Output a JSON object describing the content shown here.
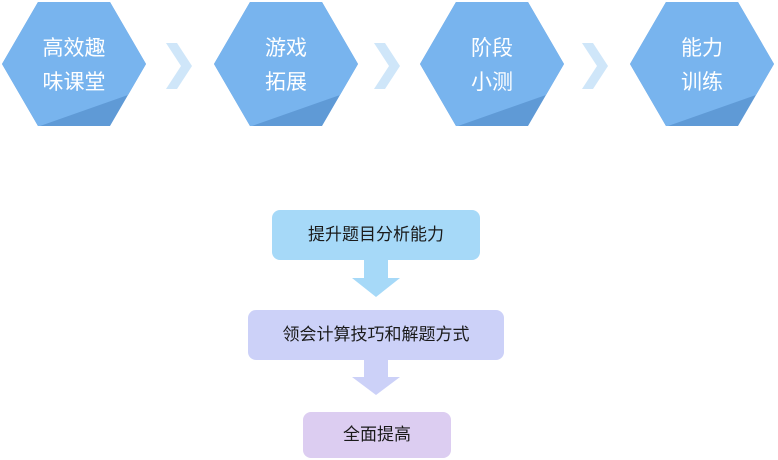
{
  "steps": [
    {
      "line1": "高效趣",
      "line2": "味课堂"
    },
    {
      "line1": "游戏",
      "line2": "拓展"
    },
    {
      "line1": "阶段",
      "line2": "小测"
    },
    {
      "line1": "能力",
      "line2": "训练"
    }
  ],
  "flow": [
    {
      "label": "提升题目分析能力"
    },
    {
      "label": "领会计算技巧和解题方式"
    },
    {
      "label": "全面提高"
    }
  ],
  "colors": {
    "hex_fill": "#78b4ee",
    "hex_shadow": "#5f9ad6",
    "chevron": "#cfe6f9",
    "box1": "#a6d9f8",
    "box2": "#ccd1f8",
    "box3": "#dccdf1",
    "arrow1": "#a6d9f8",
    "arrow2": "#ccd1f8"
  }
}
